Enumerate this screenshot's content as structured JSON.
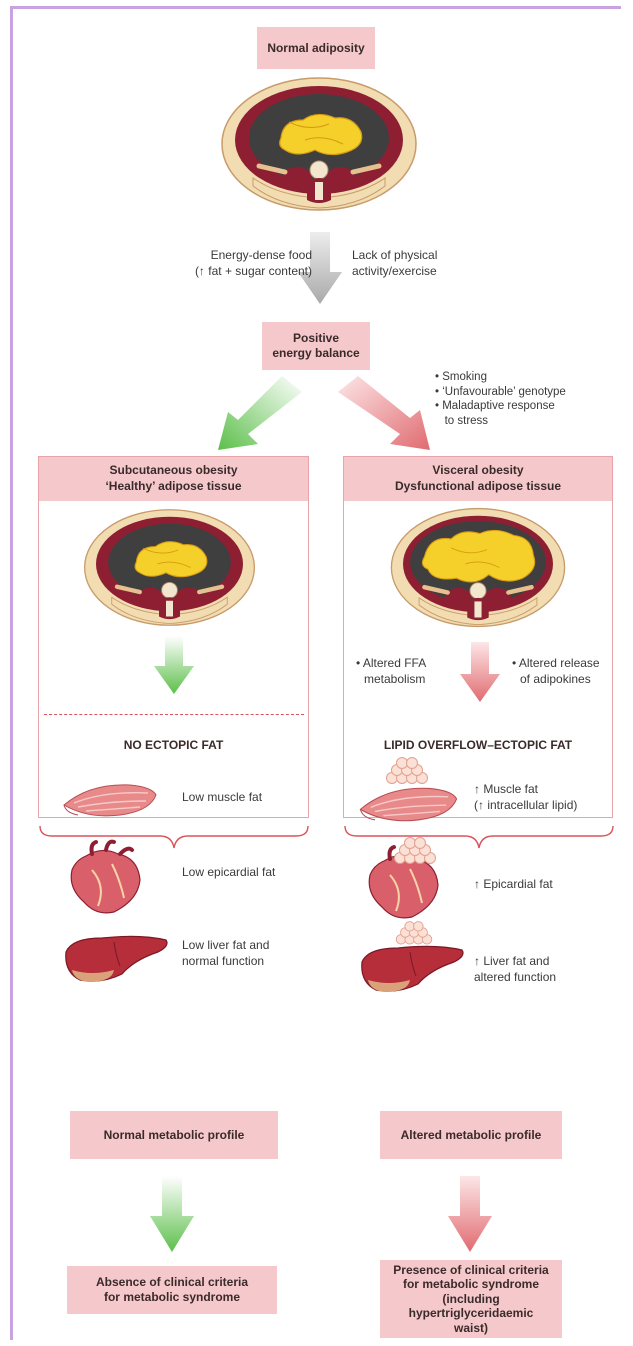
{
  "top": {
    "title": "Normal adiposity",
    "left_cause_l1": "Energy-dense food",
    "left_cause_l2": "(↑ fat + sugar content)",
    "right_cause_l1": "Lack of physical",
    "right_cause_l2": "activity/exercise",
    "balance_l1": "Positive",
    "balance_l2": "energy balance",
    "risk_factors": [
      "• Smoking",
      "• ‘Unfavourable’ genotype",
      "• Maladaptive response",
      "   to stress"
    ]
  },
  "left": {
    "head_l1": "Subcutaneous obesity",
    "head_l2": "‘Healthy’ adipose tissue",
    "section_title": "NO ECTOPIC FAT",
    "muscle": "Low muscle fat",
    "heart": "Low epicardial fat",
    "liver_l1": "Low liver fat and",
    "liver_l2": "normal function",
    "profile": "Normal metabolic profile",
    "criteria_l1": "Absence of clinical criteria",
    "criteria_l2": "for metabolic syndrome"
  },
  "right": {
    "head_l1": "Visceral obesity",
    "head_l2": "Dysfunctional adipose tissue",
    "mech_left_l1": "• Altered FFA",
    "mech_left_l2": "metabolism",
    "mech_right_l1": "• Altered release",
    "mech_right_l2": "of adipokines",
    "section_title": "LIPID OVERFLOW–ECTOPIC FAT",
    "muscle_l1": "↑ Muscle fat",
    "muscle_l2": "(↑ intracellular lipid)",
    "heart": "↑ Epicardial fat",
    "liver_l1": "↑ Liver fat and",
    "liver_l2": "altered function",
    "profile": "Altered metabolic profile",
    "criteria_l1": "Presence of clinical criteria",
    "criteria_l2": "for metabolic syndrome",
    "criteria_l3": "(including",
    "criteria_l4": "hypertriglyceridaemic",
    "criteria_l5": "waist)"
  },
  "colors": {
    "box_fill": "#f5c8cc",
    "green_arrow": "#5cbf4a",
    "red_arrow": "#e06b70",
    "grey_arrow": "#b5b5b5",
    "fat_yellow": "#f5cf2a",
    "tissue_red": "#8e1f33",
    "skin": "#f2dcb2"
  },
  "icons": {
    "abdomen": "abdomen-cross-section-icon",
    "muscle": "muscle-icon",
    "heart": "heart-icon",
    "liver": "liver-icon"
  }
}
